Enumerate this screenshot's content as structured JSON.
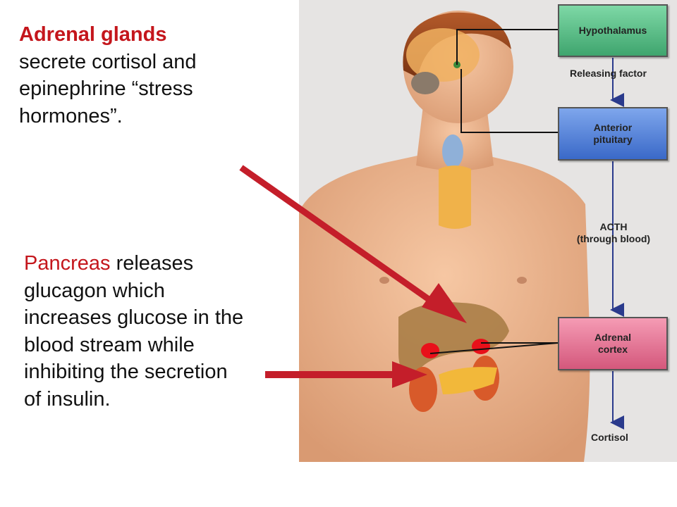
{
  "adrenal_text": {
    "highlight": "Adrenal glands",
    "body": "secrete cortisol and epinephrine “stress hormones”."
  },
  "pancreas_text": {
    "highlight": "Pancreas",
    "body": " releases glucagon which increases glucose in the blood stream while inhibiting the secretion of insulin."
  },
  "flowchart": {
    "hypothalamus": "Hypothalamus",
    "releasing_factor": "Releasing factor",
    "anterior_pituitary_line1": "Anterior",
    "anterior_pituitary_line2": "pituitary",
    "acth_line1": "ACTH",
    "acth_line2": "(through blood)",
    "adrenal_cortex_line1": "Adrenal",
    "adrenal_cortex_line2": "cortex",
    "cortisol": "Cortisol"
  },
  "colors": {
    "highlight_red": "#c4161c",
    "arrow_red": "#c41e2a",
    "hypothalamus_green": "#5cc08a",
    "pituitary_blue": "#5a86dc",
    "adrenal_pink": "#e8789a",
    "flow_arrow": "#2a3a8c"
  }
}
